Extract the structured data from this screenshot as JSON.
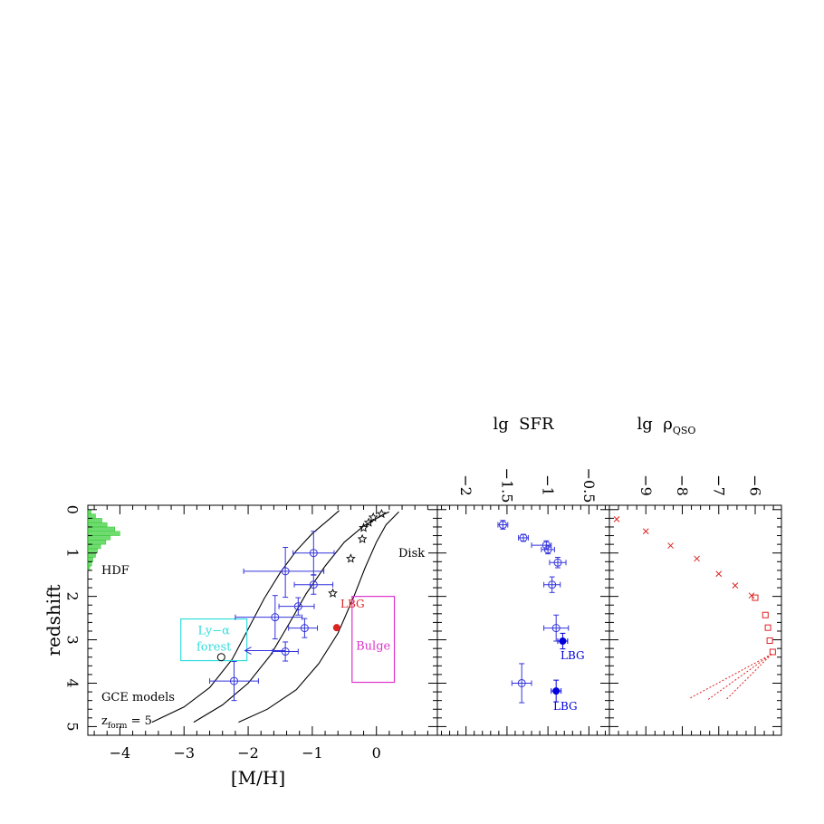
{
  "chart_data": [
    {
      "type": "scatter",
      "panel": "metallicity",
      "xlabel": "[M/H]",
      "ylabel": "redshift",
      "xlim": [
        -4.5,
        0.95
      ],
      "ylim": [
        5.2,
        -0.1
      ],
      "xticks": [
        -4,
        -3,
        -2,
        -1,
        0
      ],
      "xticklabels": [
        "−4",
        "−3",
        "−2",
        "−1",
        "0"
      ],
      "yticks": [
        0,
        1,
        2,
        3,
        4,
        5
      ],
      "yticklabels": [
        "0",
        "1",
        "2",
        "3",
        "4",
        "5"
      ],
      "series": [
        {
          "marker": "open-circle",
          "color": "#3333dd",
          "points": [
            {
              "x": -0.98,
              "y": 1.0,
              "xerr": [
                0.32,
                0.32
              ],
              "yerr": [
                0.5,
                0.5
              ]
            },
            {
              "x": -1.42,
              "y": 1.42,
              "xerr": [
                0.65,
                0.6
              ],
              "yerr": [
                0.55,
                0.6
              ]
            },
            {
              "x": -0.98,
              "y": 1.73,
              "xerr": [
                0.3,
                0.3
              ],
              "yerr": [
                0.22,
                0.22
              ]
            },
            {
              "x": -1.22,
              "y": 2.23,
              "xerr": [
                0.3,
                0.25
              ],
              "yerr": [
                0.2,
                0.2
              ]
            },
            {
              "x": -1.58,
              "y": 2.48,
              "xerr": [
                0.62,
                0.42
              ],
              "yerr": [
                0.5,
                0.5
              ]
            },
            {
              "x": -1.12,
              "y": 2.73,
              "xerr": [
                0.25,
                0.2
              ],
              "yerr": [
                0.22,
                0.22
              ]
            },
            {
              "x": -1.42,
              "y": 3.27,
              "xerr": [
                0.2,
                0.2
              ],
              "yerr": [
                0.22,
                0.22
              ]
            },
            {
              "x": -2.22,
              "y": 3.95,
              "xerr": [
                0.38,
                0.38
              ],
              "yerr": [
                0.45,
                0.45
              ]
            }
          ]
        },
        {
          "marker": "filled-circle",
          "color": "#dd2222",
          "points": [
            {
              "x": -0.62,
              "y": 2.72
            }
          ]
        },
        {
          "marker": "star",
          "color": "#000000",
          "points": [
            {
              "x": 0.08,
              "y": 0.1
            },
            {
              "x": -0.05,
              "y": 0.18
            },
            {
              "x": -0.12,
              "y": 0.3
            },
            {
              "x": -0.2,
              "y": 0.42
            },
            {
              "x": -0.22,
              "y": 0.68
            },
            {
              "x": -0.4,
              "y": 1.13
            },
            {
              "x": -0.68,
              "y": 1.93
            }
          ]
        },
        {
          "marker": "open-circle-plain",
          "color": "#000000",
          "points": [
            {
              "x": -2.42,
              "y": 3.4
            }
          ]
        },
        {
          "marker": "histogram",
          "color": "#33cc33",
          "bins_y": [
            0.0,
            0.1,
            0.2,
            0.3,
            0.4,
            0.5,
            0.6,
            0.7,
            0.8,
            0.9,
            1.0,
            1.1,
            1.2,
            1.3
          ],
          "widths": [
            0.05,
            0.12,
            0.22,
            0.3,
            0.42,
            0.5,
            0.35,
            0.28,
            0.2,
            0.15,
            0.12,
            0.08,
            0.06,
            0.03
          ]
        }
      ],
      "curves": [
        [
          [
            -3.5,
            4.9
          ],
          [
            -3.0,
            4.55
          ],
          [
            -2.6,
            4.1
          ],
          [
            -2.25,
            3.45
          ],
          [
            -2.0,
            2.75
          ],
          [
            -1.75,
            2.05
          ],
          [
            -1.5,
            1.45
          ],
          [
            -1.25,
            0.95
          ],
          [
            -1.0,
            0.55
          ],
          [
            -0.72,
            0.2
          ],
          [
            -0.58,
            0.02
          ]
        ],
        [
          [
            -2.85,
            4.9
          ],
          [
            -2.4,
            4.5
          ],
          [
            -2.0,
            4.0
          ],
          [
            -1.65,
            3.35
          ],
          [
            -1.35,
            2.6
          ],
          [
            -1.1,
            1.95
          ],
          [
            -0.8,
            1.3
          ],
          [
            -0.5,
            0.75
          ],
          [
            -0.2,
            0.38
          ],
          [
            0.1,
            0.12
          ],
          [
            0.2,
            0.05
          ]
        ],
        [
          [
            -2.15,
            4.9
          ],
          [
            -1.7,
            4.6
          ],
          [
            -1.25,
            4.15
          ],
          [
            -0.9,
            3.55
          ],
          [
            -0.6,
            2.85
          ],
          [
            -0.35,
            2.0
          ],
          [
            -0.18,
            1.35
          ],
          [
            0.0,
            0.75
          ],
          [
            0.15,
            0.35
          ],
          [
            0.35,
            0.05
          ]
        ]
      ],
      "lya_arrow": {
        "from": [
          -1.42,
          3.25
        ],
        "to": [
          -2.05,
          3.25
        ]
      },
      "boxes": [
        {
          "label": "Ly−α\nforest",
          "color": "#33dddd",
          "x0": -3.05,
          "x1": -2.02,
          "y0": 2.52,
          "y1": 3.48
        },
        {
          "label": "Bulge",
          "color": "#dd33cc",
          "x0": -0.38,
          "x1": 0.28,
          "y0": 2.0,
          "y1": 3.98
        }
      ],
      "annotations": {
        "hdf": "HDF",
        "disk": "Disk",
        "lbg": "LBG",
        "gce": "GCE models",
        "zform_main": "z",
        "zform_sub": "form",
        "zform_value": " = 5"
      }
    },
    {
      "type": "scatter",
      "panel": "sfr",
      "title": "lg  SFR",
      "ylim": [
        5.2,
        -0.1
      ],
      "xlim": [
        -2.35,
        -0.25
      ],
      "xticks": [
        -2,
        -1.5,
        -1,
        -0.5
      ],
      "xticklabels": [
        "−2",
        "−1.5",
        "−1",
        "−0.5"
      ],
      "series": [
        {
          "marker": "open-circle",
          "color": "#3333dd",
          "points": [
            {
              "x": -1.55,
              "y": 0.35,
              "xerr": [
                0.06,
                0.06
              ],
              "yerr": [
                0.1,
                0.1
              ]
            },
            {
              "x": -1.3,
              "y": 0.65,
              "xerr": [
                0.06,
                0.06
              ],
              "yerr": [
                0.08,
                0.08
              ]
            },
            {
              "x": -1.02,
              "y": 0.82,
              "xerr": [
                0.18,
                0.06
              ],
              "yerr": [
                0.1,
                0.1
              ]
            },
            {
              "x": -1.0,
              "y": 0.92,
              "xerr": [
                0.08,
                0.08
              ],
              "yerr": [
                0.1,
                0.1
              ]
            },
            {
              "x": -0.88,
              "y": 1.22,
              "xerr": [
                0.1,
                0.1
              ],
              "yerr": [
                0.12,
                0.12
              ]
            },
            {
              "x": -0.95,
              "y": 1.73,
              "xerr": [
                0.1,
                0.1
              ],
              "yerr": [
                0.18,
                0.18
              ]
            },
            {
              "x": -0.9,
              "y": 2.73,
              "xerr": [
                0.15,
                0.15
              ],
              "yerr": [
                0.3,
                0.3
              ]
            },
            {
              "x": -1.32,
              "y": 4.0,
              "xerr": [
                0.12,
                0.12
              ],
              "yerr": [
                0.45,
                0.45
              ]
            }
          ]
        },
        {
          "marker": "filled-circle",
          "color": "#0000dd",
          "points": [
            {
              "x": -0.82,
              "y": 3.03,
              "xerr": [
                0.06,
                0.06
              ],
              "yerr": [
                0.18,
                0.18
              ],
              "label": "LBG"
            },
            {
              "x": -0.9,
              "y": 4.18,
              "xerr": [
                0.06,
                0.06
              ],
              "yerr": [
                0.25,
                0.25
              ],
              "label": "LBG"
            }
          ]
        }
      ]
    },
    {
      "type": "scatter",
      "panel": "qso",
      "title_main": "lg  ρ",
      "title_sub": "QSO",
      "ylim": [
        5.2,
        -0.1
      ],
      "xlim": [
        -10.0,
        -5.28
      ],
      "xticks": [
        -9,
        -8,
        -7,
        -6
      ],
      "xticklabels": [
        "−9",
        "−8",
        "−7",
        "−6"
      ],
      "series": [
        {
          "marker": "cross",
          "color": "#dd2222",
          "points": [
            {
              "x": -9.8,
              "y": 0.22
            },
            {
              "x": -9.0,
              "y": 0.5
            },
            {
              "x": -8.32,
              "y": 0.83
            },
            {
              "x": -7.6,
              "y": 1.13
            },
            {
              "x": -7.0,
              "y": 1.48
            },
            {
              "x": -6.55,
              "y": 1.75
            },
            {
              "x": -6.1,
              "y": 1.98
            }
          ]
        },
        {
          "marker": "open-square",
          "color": "#dd2222",
          "points": [
            {
              "x": -6.0,
              "y": 2.03
            },
            {
              "x": -5.72,
              "y": 2.43
            },
            {
              "x": -5.65,
              "y": 2.72
            },
            {
              "x": -5.6,
              "y": 3.02
            },
            {
              "x": -5.52,
              "y": 3.28
            }
          ]
        }
      ],
      "dotted_lines": [
        [
          [
            -5.55,
            3.33
          ],
          [
            -7.8,
            4.35
          ]
        ],
        [
          [
            -5.55,
            3.33
          ],
          [
            -7.3,
            4.38
          ]
        ],
        [
          [
            -5.55,
            3.33
          ],
          [
            -6.8,
            4.38
          ]
        ]
      ]
    }
  ]
}
